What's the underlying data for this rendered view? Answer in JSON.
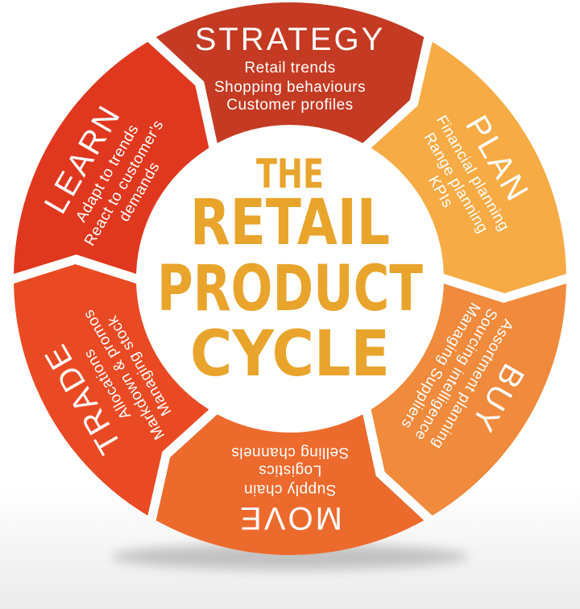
{
  "diagram": {
    "center_title": {
      "lines": [
        "THE",
        "RETAIL",
        "PRODUCT",
        "CYCLE"
      ],
      "color": "#e9a42c"
    },
    "text_color": "#ffffff",
    "segments": [
      {
        "name": "strategy",
        "label": "STRATEGY",
        "angle": 0,
        "color": "#c43a22",
        "items": [
          "Retail trends",
          "Shopping behaviours",
          "Customer profiles"
        ]
      },
      {
        "name": "plan",
        "label": "PLAN",
        "angle": 60,
        "color": "#f7ab45",
        "items": [
          "Financial planning",
          "Range planning",
          "KPIs"
        ]
      },
      {
        "name": "buy",
        "label": "BUY",
        "angle": 120,
        "color": "#f08a3c",
        "items": [
          "Assortment planning",
          "Sourcing intelligence",
          "Managing Suppliers"
        ]
      },
      {
        "name": "move",
        "label": "MOVE",
        "angle": 180,
        "color": "#ed6a2d",
        "items": [
          "Supply chain",
          "Logistics",
          "Selling channels"
        ]
      },
      {
        "name": "trade",
        "label": "TRADE",
        "angle": 240,
        "color": "#ea4a23",
        "items": [
          "Allocations",
          "Markdown & promos",
          "Managing stock"
        ]
      },
      {
        "name": "learn",
        "label": "LEARN",
        "angle": 300,
        "color": "#e0381e",
        "items": [
          "Adapt to trends",
          "React to customer's",
          "demands"
        ]
      }
    ]
  }
}
